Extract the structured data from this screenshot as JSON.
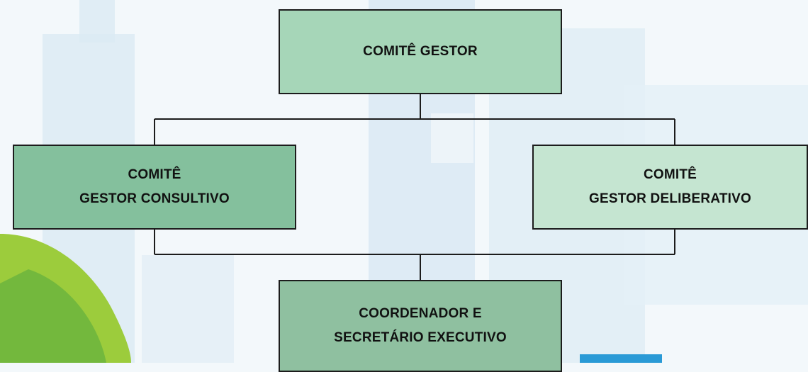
{
  "diagram": {
    "nodes": {
      "gestor": {
        "lines": [
          "COMITÊ GESTOR"
        ],
        "fill": "#a6d6b8"
      },
      "consultivo": {
        "lines": [
          "COMITÊ",
          "GESTOR CONSULTIVO"
        ],
        "fill": "#84c09d"
      },
      "deliberativo": {
        "lines": [
          "COMITÊ",
          "GESTOR DELIBERATIVO"
        ],
        "fill": "#c5e5d1"
      },
      "coordenador": {
        "lines": [
          "COORDENADOR E",
          "SECRETÁRIO EXECUTIVO"
        ],
        "fill": "#8fc0a0"
      }
    },
    "edges": [
      {
        "from": "gestor",
        "to": "consultivo"
      },
      {
        "from": "gestor",
        "to": "deliberativo"
      },
      {
        "from": "consultivo",
        "to": "coordenador"
      },
      {
        "from": "deliberativo",
        "to": "coordenador"
      }
    ]
  },
  "colors": {
    "background": "#f3f8fb",
    "building": "#d8e9f3",
    "leaf_light": "#9ccc3c",
    "leaf_dark": "#5aa83a",
    "line": "#1c1c1c"
  }
}
